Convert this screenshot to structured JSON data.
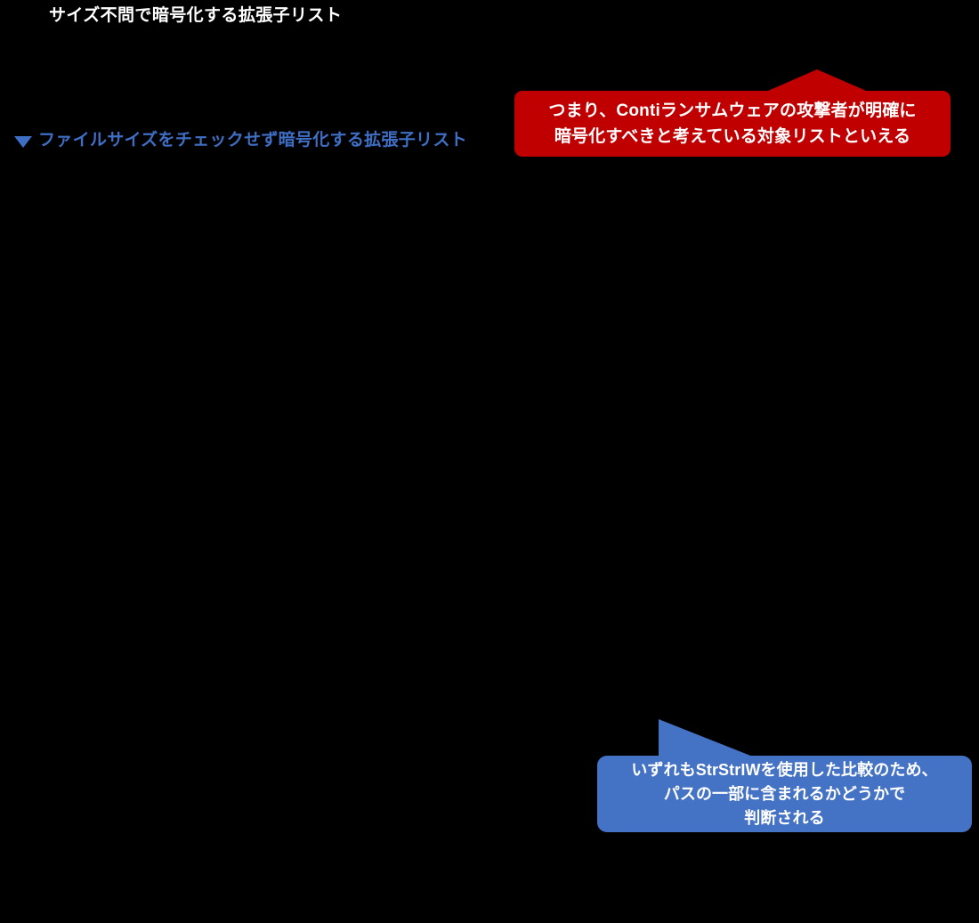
{
  "slide": {
    "background_color": "#000000",
    "title": "サイズ不問で暗号化する拡張子リスト"
  },
  "section_heading": {
    "marker_icon": "triangle-down-icon",
    "label": "ファイルサイズをチェックせず暗号化する拡張子リスト",
    "color": "#3f6fc4"
  },
  "callouts": {
    "red": {
      "color": "#c00000",
      "text_color": "#ffffff",
      "pointer_icon": "triangle-up-pointer-icon",
      "lines": [
        "つまり、Contiランサムウェアの攻撃者が明確に",
        "暗号化すべきと考えている対象リストといえる"
      ]
    },
    "blue": {
      "color": "#4472c4",
      "text_color": "#ffffff",
      "pointer_icon": "slanted-tail-pointer-icon",
      "lines": [
        "いずれもStrStrIWを使用した比較のため、",
        "パスの一部に含まれるかどうかで",
        "判断される"
      ]
    }
  }
}
